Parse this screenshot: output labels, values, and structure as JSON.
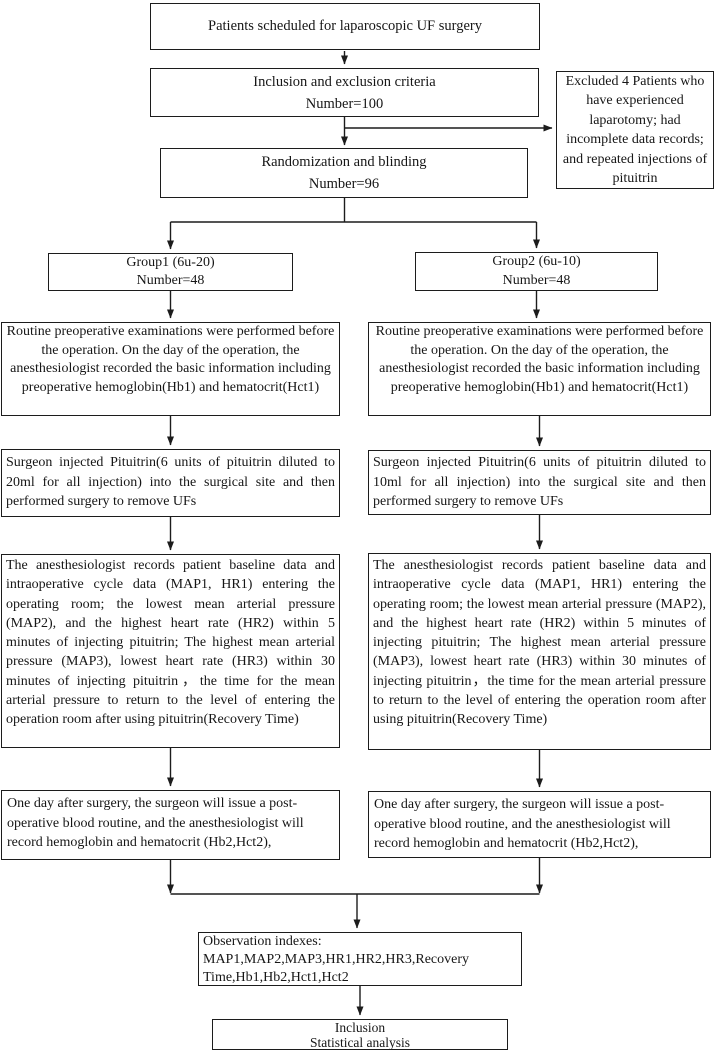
{
  "colors": {
    "ink": "#1c1c1c",
    "background": "#ffffff"
  },
  "flowchart": {
    "patients": {
      "text": "Patients scheduled for laparoscopic UF surgery"
    },
    "criteria": {
      "line1": "Inclusion and exclusion criteria",
      "line2": "Number=100"
    },
    "excluded": {
      "text": "Excluded 4 Patients who have experienced laparotomy; had incomplete data records; and repeated injections of pituitrin"
    },
    "randomization": {
      "line1": "Randomization and blinding",
      "line2": "Number=96"
    },
    "group1": {
      "line1": "Group1 (6u-20)",
      "line2": "Number=48"
    },
    "group2": {
      "line1": "Group2 (6u-10)",
      "line2": "Number=48"
    },
    "preop": {
      "text": "Routine preoperative examinations were performed before the operation. On the day of the operation, the anesthesiologist recorded the basic information including preoperative hemoglobin(Hb1) and hematocrit(Hct1)"
    },
    "surgeon_left": {
      "text": "Surgeon injected Pituitrin(6 units of pituitrin diluted to 20ml for all injection) into the surgical site and then performed surgery to remove UFs"
    },
    "surgeon_right": {
      "text": "Surgeon injected Pituitrin(6 units of pituitrin diluted to 10ml for all injection) into the surgical site and then performed surgery to remove UFs"
    },
    "monitor": {
      "text": "The anesthesiologist records patient baseline data and intraoperative cycle data (MAP1, HR1) entering the operating room; the lowest mean arterial pressure (MAP2), and the highest heart rate (HR2) within 5 minutes of injecting pituitrin; The highest mean arterial pressure (MAP3), lowest heart rate (HR3) within 30 minutes of injecting pituitrin，the time for the mean arterial pressure to return to the level of entering the operation room after using pituitrin(Recovery Time)"
    },
    "postop": {
      "text": "One day after surgery, the surgeon will issue a post-operative blood routine, and the anesthesiologist will record hemoglobin and hematocrit (Hb2,Hct2),"
    },
    "observation": {
      "line1": "Observation indexes:",
      "line2": "MAP1,MAP2,MAP3,HR1,HR2,HR3,Recovery Time,Hb1,Hb2,Hct1,Hct2"
    },
    "final": {
      "line1": "Inclusion",
      "line2": "Statistical analysis"
    }
  }
}
